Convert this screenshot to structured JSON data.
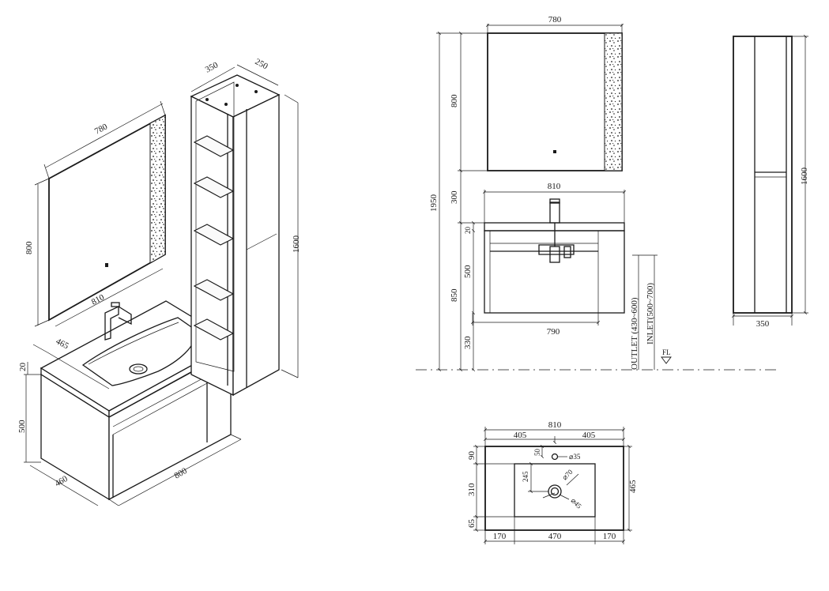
{
  "iso": {
    "mirror_w": "780",
    "mirror_h": "800",
    "vanity_w": "810",
    "top_depth": "465",
    "top_thk": "20",
    "cab_h": "500",
    "cab_d": "460",
    "cab_w": "800",
    "col_w": "350",
    "col_d": "250",
    "col_h": "1600"
  },
  "front": {
    "mirror_w": "780",
    "mirror_h": "800",
    "total_h": "1950",
    "gap": "300",
    "top_w": "810",
    "top_thk": "20",
    "cab_h": "500",
    "basin_h": "850",
    "floor": "330",
    "cab_w": "790",
    "outlet": "OUTLET (430~600)",
    "inlet": "INLET(500~700)",
    "floor_mark": "FL"
  },
  "side": {
    "col_h": "1600",
    "col_w": "350"
  },
  "plan": {
    "total_w": "810",
    "half_l": "405",
    "half_r": "405",
    "top_off": "90",
    "hole_off": "50",
    "hole_d": "⌀35",
    "basin_off": "245",
    "drain_d": "⌀70",
    "drain_d2": "⌀45",
    "basin_h": "310",
    "bot_off": "65",
    "depth": "465",
    "left_m": "170",
    "basin_w": "470",
    "right_m": "170"
  }
}
